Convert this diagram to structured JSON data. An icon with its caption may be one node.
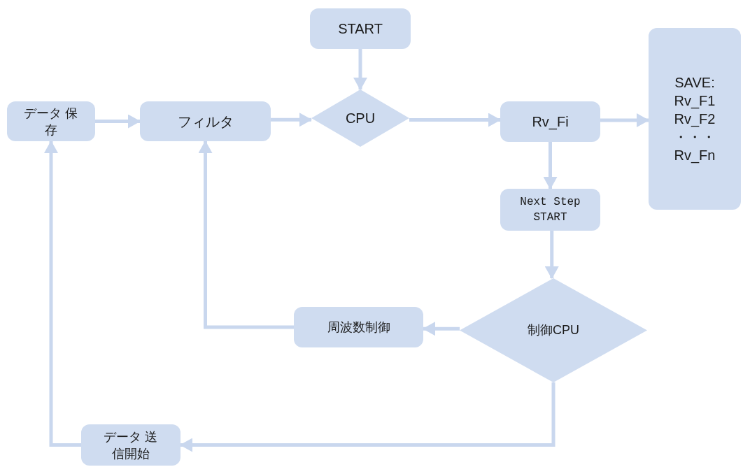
{
  "diagram": {
    "nodes": [
      {
        "text": [
          "START"
        ]
      },
      {
        "text": [
          "データ 保存"
        ]
      },
      {
        "text": [
          "フィルタ"
        ]
      },
      {
        "text": [
          "CPU"
        ]
      },
      {
        "text": [
          "Rv_Fi"
        ]
      },
      {
        "text": [
          "SAVE:",
          "Rv_F1",
          "Rv_F2",
          "・・・",
          "Rv_Fn"
        ]
      },
      {
        "text": [
          "Next Step START"
        ]
      },
      {
        "text": [
          "周波数制御"
        ]
      },
      {
        "text": [
          "制御CPU"
        ]
      },
      {
        "text": [
          "データ 送信開始"
        ]
      }
    ],
    "edges": [
      {
        "from": 0,
        "to": 3,
        "arrow": "to"
      },
      {
        "from": 1,
        "to": 2,
        "arrow": "to"
      },
      {
        "from": 2,
        "to": 3,
        "arrow": "to"
      },
      {
        "from": 3,
        "to": 4,
        "arrow": "to"
      },
      {
        "from": 4,
        "to": 5,
        "arrow": "to"
      },
      {
        "from": 4,
        "to": 6,
        "arrow": "to"
      },
      {
        "from": 6,
        "to": 8,
        "arrow": "to"
      },
      {
        "from": 8,
        "to": 7,
        "arrow": "to"
      },
      {
        "from": 7,
        "to": 2,
        "arrow": "to"
      },
      {
        "from": 8,
        "to": 9,
        "arrow": "to"
      },
      {
        "from": 9,
        "to": 1,
        "arrow": "to"
      }
    ]
  }
}
